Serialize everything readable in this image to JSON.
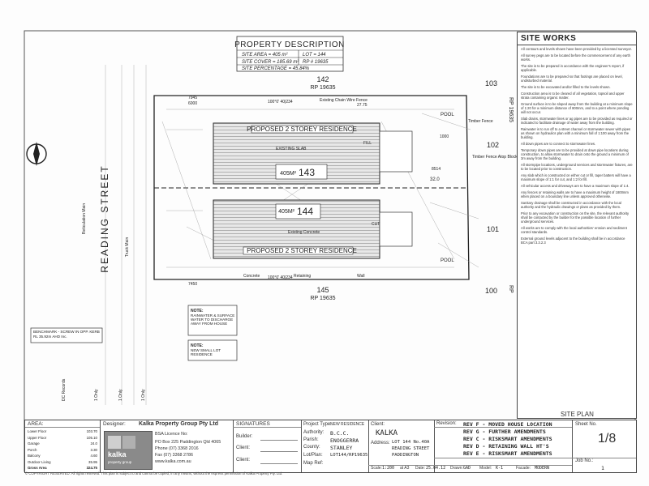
{
  "property_description": {
    "title": "PROPERTY DESCRIPTION",
    "site_area": "SITE AREA = 405 m²",
    "lot": "LOT = 144",
    "site_cover": "SITE COVER = 185.69 m²",
    "rp": "RP # 19635",
    "site_percentage": "SITE PERCENTAGE = 45.84%"
  },
  "plan": {
    "street": "READING STREET",
    "north": "N",
    "lot_142": "142",
    "rp_142": "RP 19635",
    "lot_103": "103",
    "rp_103": "RP 19635",
    "lot_102": "102",
    "lot_101": "101",
    "lot_100": "100",
    "rp_100": "RP",
    "lot_145": "145",
    "rp_145": "RP 19635",
    "residence_upper": "PROPOSED 2 STOREY RESIDENCE",
    "residence_lower": "PROPOSED 2 STOREY RESIDENCE",
    "lot_143_area": "405M²",
    "lot_143": "143",
    "lot_144_area": "405M²",
    "lot_144": "144",
    "bearing_top": "100°0' 40|234",
    "bearing_bottom": "100°0' 40|234",
    "dim_top": "27.75",
    "dim_mid": "32.0",
    "existing_fence": "Existing Chain Wire Fence",
    "timber_fence": "Timber Fence",
    "timber_fence_block": "Timber Fence Atop Block Retaining",
    "pool_top": "POOL",
    "pool_bottom": "POOL",
    "concrete": "Concrete",
    "retaining": "Retaining",
    "wall": "Wall",
    "fill": "FILL",
    "cut": "CUT",
    "existing_slab": "EXISTING SLAB",
    "existing_concrete": "Existing Concrete",
    "dim_7945": "7945",
    "dim_6000": "6000",
    "dim_7450": "7450",
    "dim_8514": "8514",
    "dim_1000": "1000",
    "note_1_title": "NOTE:",
    "note_1_body": "RAINWATER & SURFACE WATER TO DISCHARGE AWAY FROM HOUSE",
    "note_2_title": "NOTE:",
    "note_2_body": "NEW SMALL LOT RESIDENCE",
    "benchmark": "BENCHMARK - SCREW IN OPP. KERB RL 35.92m AHD Inc.",
    "services": [
      "DC Records",
      "1 Only",
      "1 Only",
      "1 Only"
    ],
    "main_label": "Reticulation Main",
    "truck_label": "Truck Main"
  },
  "site_works": {
    "title": "SITE WORKS",
    "notes": [
      "All contours and levels shown have been provided by a licensed surveyor.",
      "All survey pegs are to be located before the commencement of any earth works.",
      "The site is to be prepared in accordance with the engineer's report, if applicable.",
      "Foundations are to be prepared so that footings are placed on level, undisturbed material.",
      "The site is to be excavated and/or filled to the levels shown.",
      "Construction area is to be cleared of all vegetation, topsoil and upper strata containing organic matter.",
      "Ground surface is to be sloped away from the building at a minimum slope of 1:20 for a minimum distance of 800mm, and to a point where ponding will not occur.",
      "Slab drains, stormwater lines or ag pipes are to be provided as required or indicated to facilitate drainage of water away from the building.",
      "Rainwater is to run off to a street channel or stormwater sewer with pipes as shown on hydraulics plan with a minimum fall of 1:100 away from the building.",
      "All down pipes are to connect to stormwater lines.",
      "Temporary down pipes are to be provided at down pipe locations during construction, to allow stormwater to drain onto the ground a minimum of 3m away from the building.",
      "All stormpipe locations, underground services and stormwater fixtures, are to be located prior to construction.",
      "Any slab which is constructed on either cut or fill, taper batters will have a maximum slope of 1:1 for cut, and 1:2 for fill.",
      "All vehicular access and driveways are to have a maximum slope of 1:4.",
      "Any fences or retaining walls are to have a maximum height of 1800mm when placed on a boundary line unless approved otherwise.",
      "Sanitary drainage shall be constructed in accordance with the local authority and the hydraulic drawings or plans as provided by them.",
      "Prior to any excavation or construction on the site, the relevant authority shall be contacted by the builder for the possible location of further underground services.",
      "All works are to comply with the local authorities' erosion and sediment control standards.",
      "External ground levels adjacent to the building shall be in accordance BCA part 3.3.2.3"
    ]
  },
  "title_block": {
    "area_label": "AREA:",
    "areas": [
      {
        "name": "Lower Floor",
        "value": "103.70"
      },
      {
        "name": "Upper Floor",
        "value": "105.10"
      },
      {
        "name": "Garage",
        "value": "24.0"
      },
      {
        "name": "Porch",
        "value": "3.30"
      },
      {
        "name": "Balcony",
        "value": "4.60"
      },
      {
        "name": "Outdoor Living",
        "value": "35.95"
      },
      {
        "name": "Gross Area",
        "value": "324.75"
      }
    ],
    "designer_label": "Designer:",
    "designer": "Kalka Property Group Pty Ltd",
    "licence": "BSA Licence No:",
    "po_box": "PO Box 225 Paddington Qld 4065",
    "phone": "Phone (07) 3368 2016",
    "fax": "Fax (07) 3368 2786",
    "web": "www.kalka.com.au",
    "logo_text": "kalka",
    "logo_sub": "property group",
    "signatures_label": "SIGNATURES",
    "builder_label": "Builder:",
    "client_label_1": "Client:",
    "client_label_2": "Client:",
    "project_type_label": "Project Type:",
    "project_type": "NEW RESIDENCE",
    "authority_label": "Authority:",
    "authority": "B.C.C.",
    "parish_label": "Parish:",
    "parish": "ENOGGERRA",
    "county_label": "County:",
    "county": "STANLEY",
    "lot_plan_label": "Lot/Plan:",
    "lot_plan": "LOT144/RP19635",
    "map_ref_label": "Map Ref:",
    "client_name_label": "Client:",
    "client_name": "KALKA",
    "address_label": "Address:",
    "address_1": "LOT 144 No.40A",
    "address_2": "READING STREET",
    "address_3": "PADDINGTON",
    "scale_label": "Scale:",
    "scale": "1:200",
    "at_label": "at A3",
    "date_label": "Date:",
    "date": "25.04.12",
    "drawn_label": "Drawn:",
    "drawn": "GAD",
    "model_label": "Model:",
    "model": "K-1",
    "facade_label": "Facade:",
    "facade": "MODERN",
    "revision_label": "Revision:",
    "revisions": [
      "REV F - MOVED HOUSE LOCATION",
      "REV G - FURTHER AMENDMENTS",
      "REV C - RISKSMART AMENDMENTS",
      "REV D - RETAINING WALL HT'S",
      "REV E - RISKSMART AMENDMENTS"
    ],
    "sheet_title": "SITE PLAN",
    "sheet_no_label": "Sheet No.",
    "sheet_no": "1/8",
    "job_no_label": "Job No.:",
    "job_no": "1"
  },
  "footer": "© COPYRIGHT RESERVED. All rights reserved. This plan is subject to and cannot be copied, in any means, without the express permission of Kalka Property Pty. Ltd."
}
